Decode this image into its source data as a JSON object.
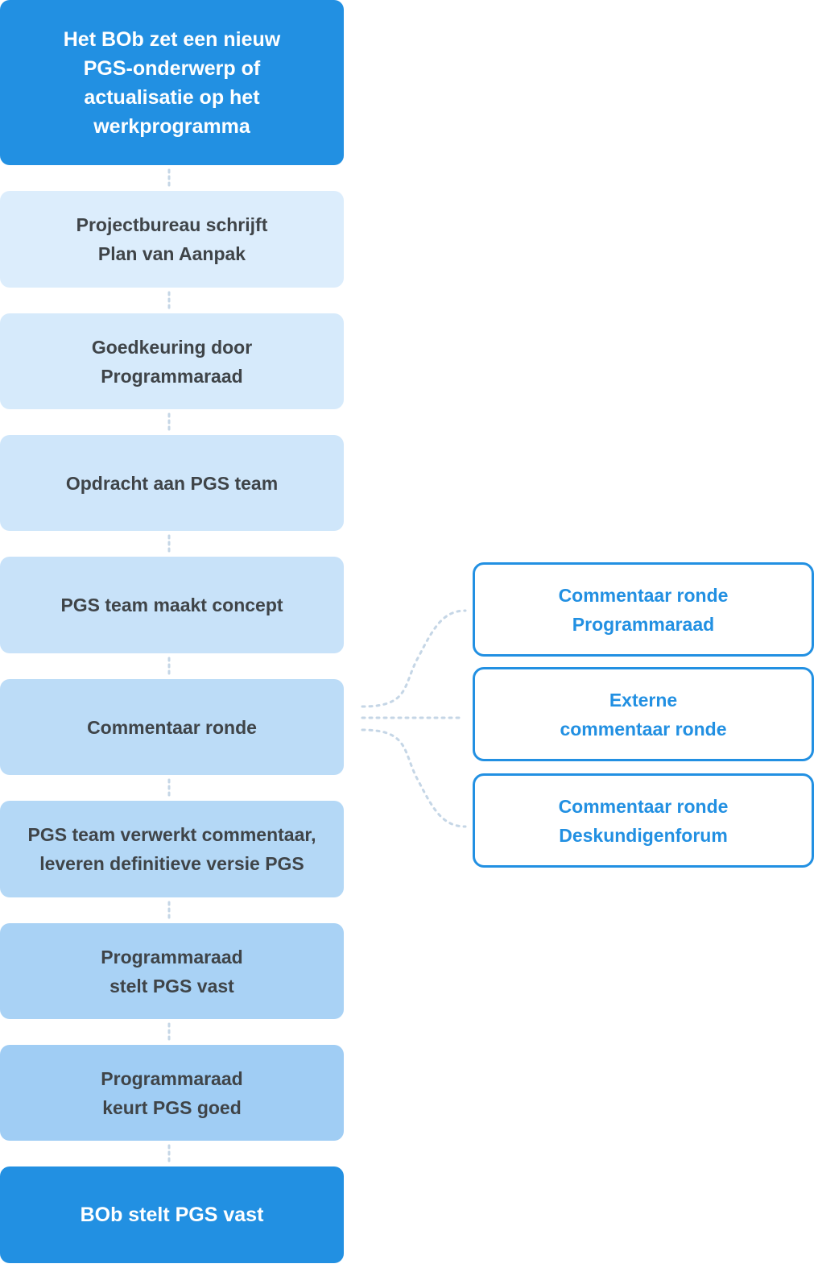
{
  "steps": [
    {
      "text": "Het BOb zet een nieuw\nPGS-onderwerp of\nactualisatie op het\nwerkprogramma",
      "kind": "primary",
      "color": "#2290e2"
    },
    {
      "text": "Projectbureau schrijft\nPlan van Aanpak",
      "kind": "secondary",
      "color": "#dcedfc"
    },
    {
      "text": "Goedkeuring door\nProgrammaraad",
      "kind": "secondary",
      "color": "#d6eafb"
    },
    {
      "text": "Opdracht aan PGS team",
      "kind": "secondary",
      "color": "#cfe6fa"
    },
    {
      "text": "PGS team maakt concept",
      "kind": "secondary",
      "color": "#c8e2f9"
    },
    {
      "text": "Commentaar ronde",
      "kind": "secondary",
      "color": "#bcdcf7"
    },
    {
      "text": "PGS team verwerkt commentaar,\nleveren definitieve versie PGS",
      "kind": "secondary",
      "color": "#b4d8f6"
    },
    {
      "text": "Programmaraad\nstelt PGS vast",
      "kind": "secondary",
      "color": "#a9d2f5"
    },
    {
      "text": "Programmaraad\nkeurt PGS goed",
      "kind": "secondary",
      "color": "#a0cdf4"
    },
    {
      "text": "BOb stelt PGS vast",
      "kind": "primary",
      "color": "#2290e2"
    }
  ],
  "comment_rounds": [
    {
      "text": "Commentaar ronde\nProgrammaraad"
    },
    {
      "text": "Externe\ncommentaar ronde"
    },
    {
      "text": "Commentaar ronde\nDeskundigenforum"
    }
  ],
  "colors": {
    "accent": "#2290e2",
    "connector": "#c5d6e6"
  }
}
